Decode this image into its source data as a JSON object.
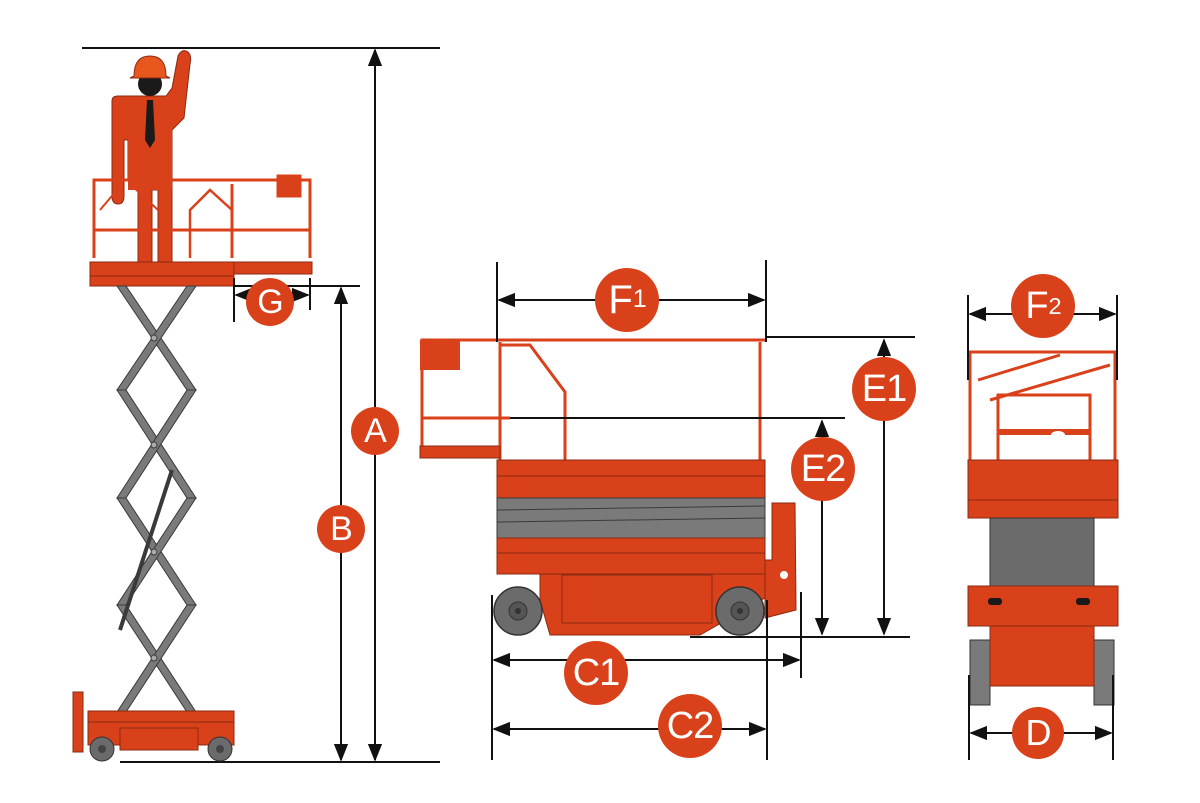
{
  "diagram": {
    "title": "Scissor lift dimension diagram",
    "colors": {
      "body": "#D9411A",
      "outline": "#8A2A10",
      "scissor": "#7A7A7A",
      "scissor_outline": "#3A3A3A",
      "wheel": "#6B6B6B",
      "dimension_line": "#111111",
      "badge_fill": "#D9411A",
      "badge_text": "#FFFFFF",
      "skin": "#D9411A",
      "head": "#1A1A1A"
    },
    "views": [
      {
        "id": "side-raised",
        "label": "Side view, platform raised with operator"
      },
      {
        "id": "side-stowed",
        "label": "Side view, stowed"
      },
      {
        "id": "front-stowed",
        "label": "Front view, stowed"
      }
    ],
    "dimensions": {
      "A": {
        "label": "A",
        "meaning": "Working height"
      },
      "B": {
        "label": "B",
        "meaning": "Platform height"
      },
      "G": {
        "label": "G",
        "meaning": "Extension deck length"
      },
      "F1": {
        "label": "F",
        "sub": "1",
        "meaning": "Platform length"
      },
      "F2": {
        "label": "F",
        "sub": "2",
        "meaning": "Platform width"
      },
      "E1": {
        "label": "E1",
        "meaning": "Overall height (rails up)"
      },
      "E2": {
        "label": "E2",
        "meaning": "Overall height (rails folded)"
      },
      "C1": {
        "label": "C1",
        "meaning": "Overall length with extension"
      },
      "C2": {
        "label": "C2",
        "meaning": "Overall length"
      },
      "D": {
        "label": "D",
        "meaning": "Overall width"
      }
    }
  }
}
